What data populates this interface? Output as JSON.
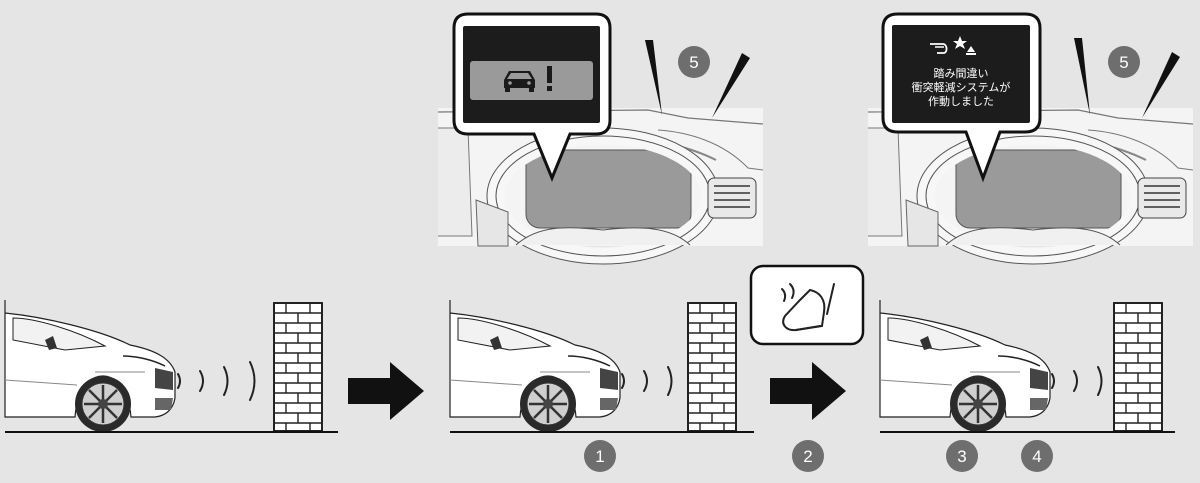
{
  "warning_message": [
    "踏み間違い",
    "衝突軽減システムが",
    "作動しました"
  ],
  "step_badges": [
    "1",
    "2",
    "3",
    "4",
    "5",
    "5"
  ],
  "colors": {
    "background": "#e5e5e5",
    "badge": "#6e6e6e",
    "display_dark": "#1c1c1c",
    "display_warning_panel": "#9a9a9a",
    "arrow": "#111111"
  },
  "icons": [
    "car-warning-icon",
    "pedal-misapplication-icon",
    "foot-pedal-icon",
    "brick-wall-icon",
    "sound-wave-icon",
    "right-arrow-icon"
  ]
}
